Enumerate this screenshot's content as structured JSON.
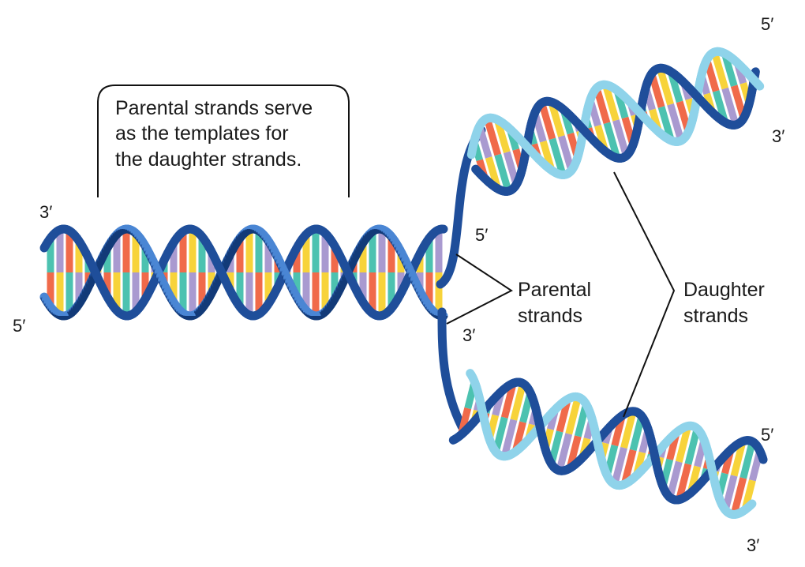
{
  "callout": {
    "lines": [
      "Parental strands serve",
      "as the templates for",
      "the daughter strands."
    ]
  },
  "labels": {
    "parental": [
      "Parental",
      "strands"
    ],
    "daughter": [
      "Daughter",
      "strands"
    ]
  },
  "ends": {
    "left_top": "3′",
    "left_bottom": "5′",
    "upper_right_top": "5′",
    "upper_right_bottom": "3′",
    "upper_fork_end": "5′",
    "lower_fork_end": "3′",
    "lower_right_top": "5′",
    "lower_right_bottom": "3′"
  },
  "colors": {
    "parental_strand": "#1f4e9a",
    "parental_strand_light": "#3f7fd0",
    "daughter_strand": "#8fd3ea",
    "base_orange": "#f06a4a",
    "base_yellow": "#f7d33a",
    "base_teal": "#4cc2b0",
    "base_purple": "#a99ad0"
  }
}
